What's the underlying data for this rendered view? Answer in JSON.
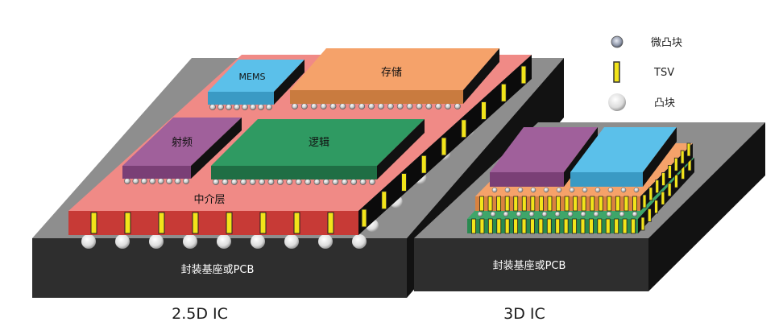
{
  "legend": {
    "micro_bump": "微凸块",
    "tsv": "TSV",
    "bump": "凸块"
  },
  "left_package": {
    "chips": {
      "mems": "MEMS",
      "memory": "存储",
      "rf": "射频",
      "logic": "逻辑"
    },
    "interposer": "中介层",
    "substrate": "封装基座或PCB",
    "caption": "2.5D IC"
  },
  "right_package": {
    "substrate": "封装基座或PCB",
    "caption": "3D IC"
  },
  "colors": {
    "substrate_top": "#8e8e8e",
    "substrate_front": "#2e2e2e",
    "substrate_side": "#111111",
    "interposer_top": "#f08a86",
    "interposer_front": "#c73a36",
    "mems": "#5bc0ea",
    "memory": "#f5a26a",
    "rf": "#a0609b",
    "logic": "#2f9a62",
    "tsv": "#f2e41a",
    "bump": "#eeeeee",
    "micro_bump": "#b9b9b9"
  }
}
